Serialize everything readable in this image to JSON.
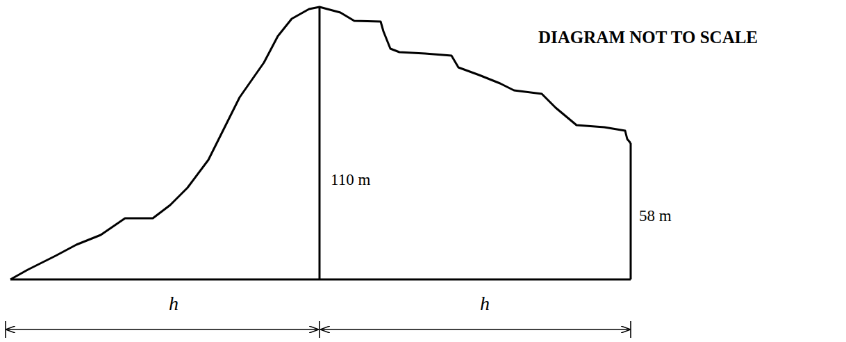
{
  "diagram": {
    "labels": [
      "DIAGRAM NOT TO SCALE",
      "110 m",
      "58 m",
      "h",
      "h"
    ]
  }
}
